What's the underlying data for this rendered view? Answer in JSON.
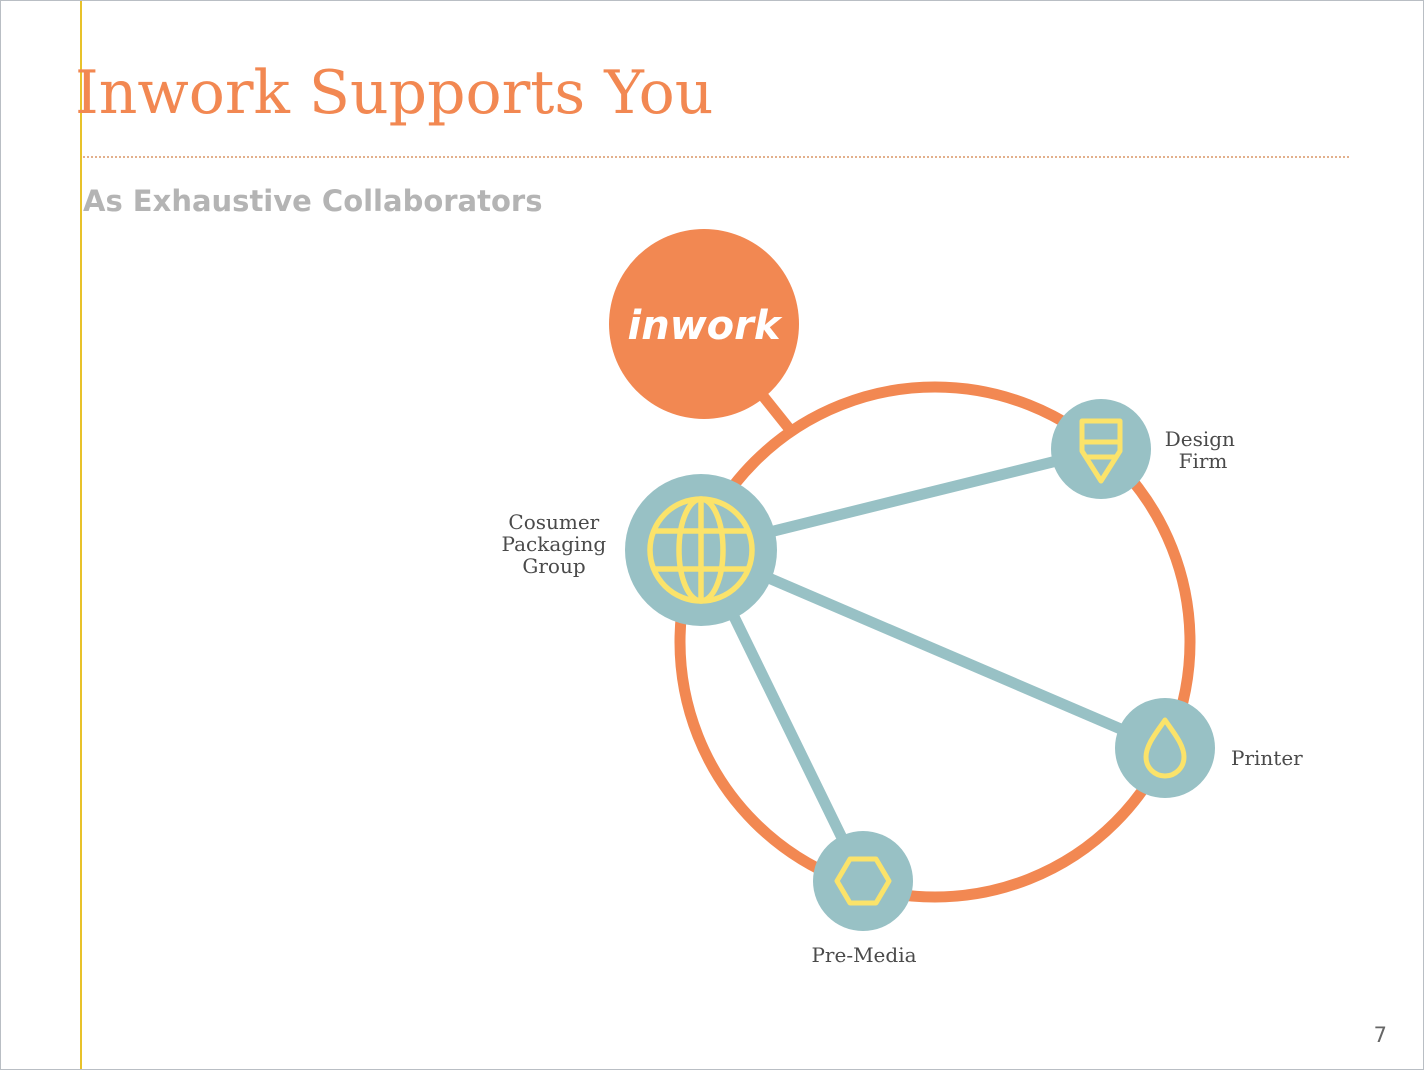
{
  "slide": {
    "title": "Inwork Supports You",
    "subtitle": "As Exhaustive Collaborators",
    "page_number": "7"
  },
  "colors": {
    "brand_orange": "#f28852",
    "node_teal": "#98c1c5",
    "icon_yellow": "#fbe36a",
    "accent_line": "#e8c22a",
    "subtitle_gray": "#b4b4b4"
  },
  "diagram": {
    "hub": {
      "logo_text": "inwork"
    },
    "nodes": [
      {
        "key": "consumer",
        "icon": "globe-icon",
        "label_lines": [
          "Cosumer",
          "Packaging",
          "Group"
        ]
      },
      {
        "key": "design",
        "icon": "pencil-tip-icon",
        "label_lines": [
          "Design",
          "Firm"
        ]
      },
      {
        "key": "printer",
        "icon": "ink-drop-icon",
        "label_lines": [
          "Printer"
        ]
      },
      {
        "key": "premedia",
        "icon": "hexagon-icon",
        "label_lines": [
          "Pre-Media"
        ]
      }
    ]
  }
}
